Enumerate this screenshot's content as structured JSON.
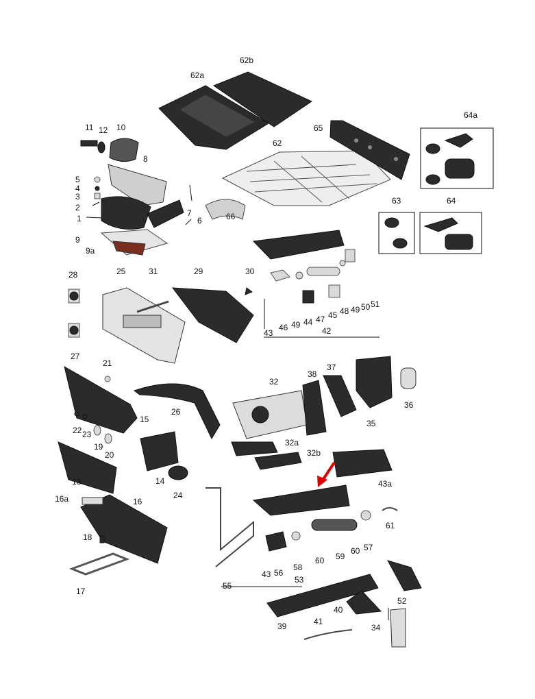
{
  "labels": {
    "l62a": "62a",
    "l62b": "62b",
    "l65": "65",
    "l62": "62",
    "l64a": "64a",
    "l63": "63",
    "l64": "64",
    "l11": "11",
    "l12": "12",
    "l10": "10",
    "l8": "8",
    "l5": "5",
    "l4": "4",
    "l3": "3",
    "l2": "2",
    "l1": "1",
    "l7": "7",
    "l6": "6",
    "l66": "66",
    "l9": "9",
    "l9a": "9a",
    "l28": "28",
    "l25": "25",
    "l31": "31",
    "l29": "29",
    "l30": "30",
    "l27": "27",
    "l43": "43",
    "l46": "46",
    "l49": "49",
    "l44": "44",
    "l47": "47",
    "l45": "45",
    "l48": "48",
    "l49b": "49",
    "l50": "50",
    "l51": "51",
    "l42": "42",
    "l21": "21",
    "l15": "15",
    "l22": "22",
    "l23": "23",
    "l19": "19",
    "l20": "20",
    "l26": "26",
    "l32": "32",
    "l38": "38",
    "l37": "37",
    "l36": "36",
    "l35": "35",
    "l32a": "32a",
    "l32b": "32b",
    "l43a": "43a",
    "l13": "13",
    "l14": "14",
    "l24": "24",
    "l16a": "16a",
    "l16": "16",
    "l18": "18",
    "l17": "17",
    "l55": "55",
    "l43b": "43",
    "l56": "56",
    "l58": "58",
    "l53": "53",
    "l60": "60",
    "l59": "59",
    "l60b": "60",
    "l57": "57",
    "l61": "61",
    "l52": "52",
    "l40": "40",
    "l39": "39",
    "l41": "41",
    "l34": "34"
  },
  "colors": {
    "part": "#2b2b2b",
    "arrow": "#e00000"
  }
}
